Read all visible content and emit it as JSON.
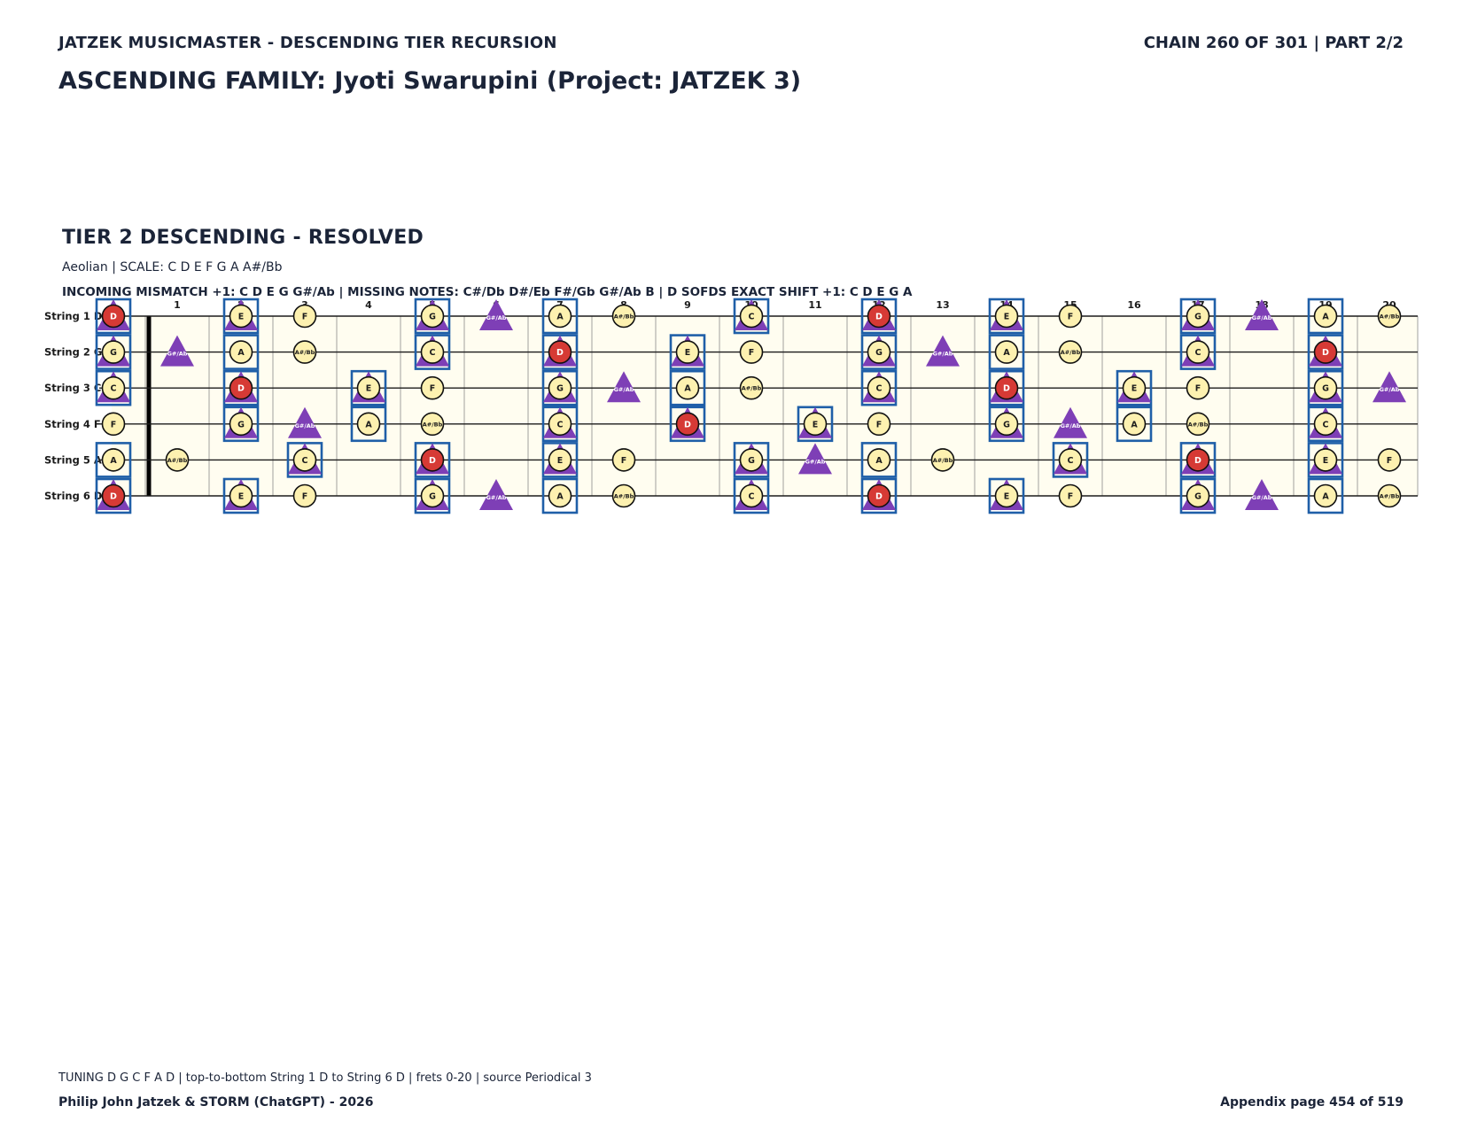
{
  "header": {
    "series_title": "JATZEK MUSICMASTER - DESCENDING TIER RECURSION",
    "chain": "CHAIN 260 OF 301  |  PART 2/2",
    "family_title": "ASCENDING FAMILY: Jyoti Swarupini (Project: JATZEK 3)"
  },
  "tier": {
    "title": "TIER 2 DESCENDING - RESOLVED",
    "subtitle": "Aeolian  |  SCALE: C D E F G A A#/Bb",
    "incoming": "INCOMING MISMATCH +1: C D E G G#/Ab  |  MISSING NOTES: C#/Db D#/Eb F#/Gb G#/Ab B  |  D SOFDS EXACT SHIFT +1: C D E G A"
  },
  "fretboard": {
    "string_labels": [
      "String 1 D",
      "String 2 G",
      "String 3 C",
      "String 4 F",
      "String 5 A",
      "String 6 D"
    ],
    "fret_numbers": [
      "1",
      "2",
      "3",
      "4",
      "5",
      "6",
      "7",
      "8",
      "9",
      "10",
      "11",
      "12",
      "13",
      "14",
      "15",
      "16",
      "17",
      "18",
      "19",
      "20"
    ],
    "frets": 20,
    "open_notes": [
      2,
      7,
      0,
      5,
      9,
      2
    ],
    "note_names": [
      "C",
      "C#/Db",
      "D",
      "D#/Eb",
      "E",
      "F",
      "F#/Gb",
      "G",
      "G#/Ab",
      "A",
      "A#/Bb",
      "B"
    ],
    "scale_pcs": [
      0,
      2,
      4,
      5,
      7,
      9,
      10
    ],
    "root_pc": 2,
    "incoming_mismatch_pcs": [
      0,
      2,
      4,
      7,
      8
    ],
    "sofds_shift_pcs": [
      0,
      2,
      4,
      7,
      9
    ],
    "colors": {
      "board_bg": "#fffdf0",
      "note_fill": "#fdf1b0",
      "root_fill": "#d63a35",
      "triangle": "#7e3fb6",
      "box": "#1f5fa8",
      "line": "#1b1b1b",
      "grid": "#8a8a8a"
    }
  },
  "footer": {
    "tuning": "TUNING D G C F A D | top-to-bottom String 1 D to String 6 D | frets 0-20 | source Periodical 3",
    "author": "Philip John Jatzek & STORM (ChatGPT) - 2026",
    "page": "Appendix page 454 of 519"
  }
}
